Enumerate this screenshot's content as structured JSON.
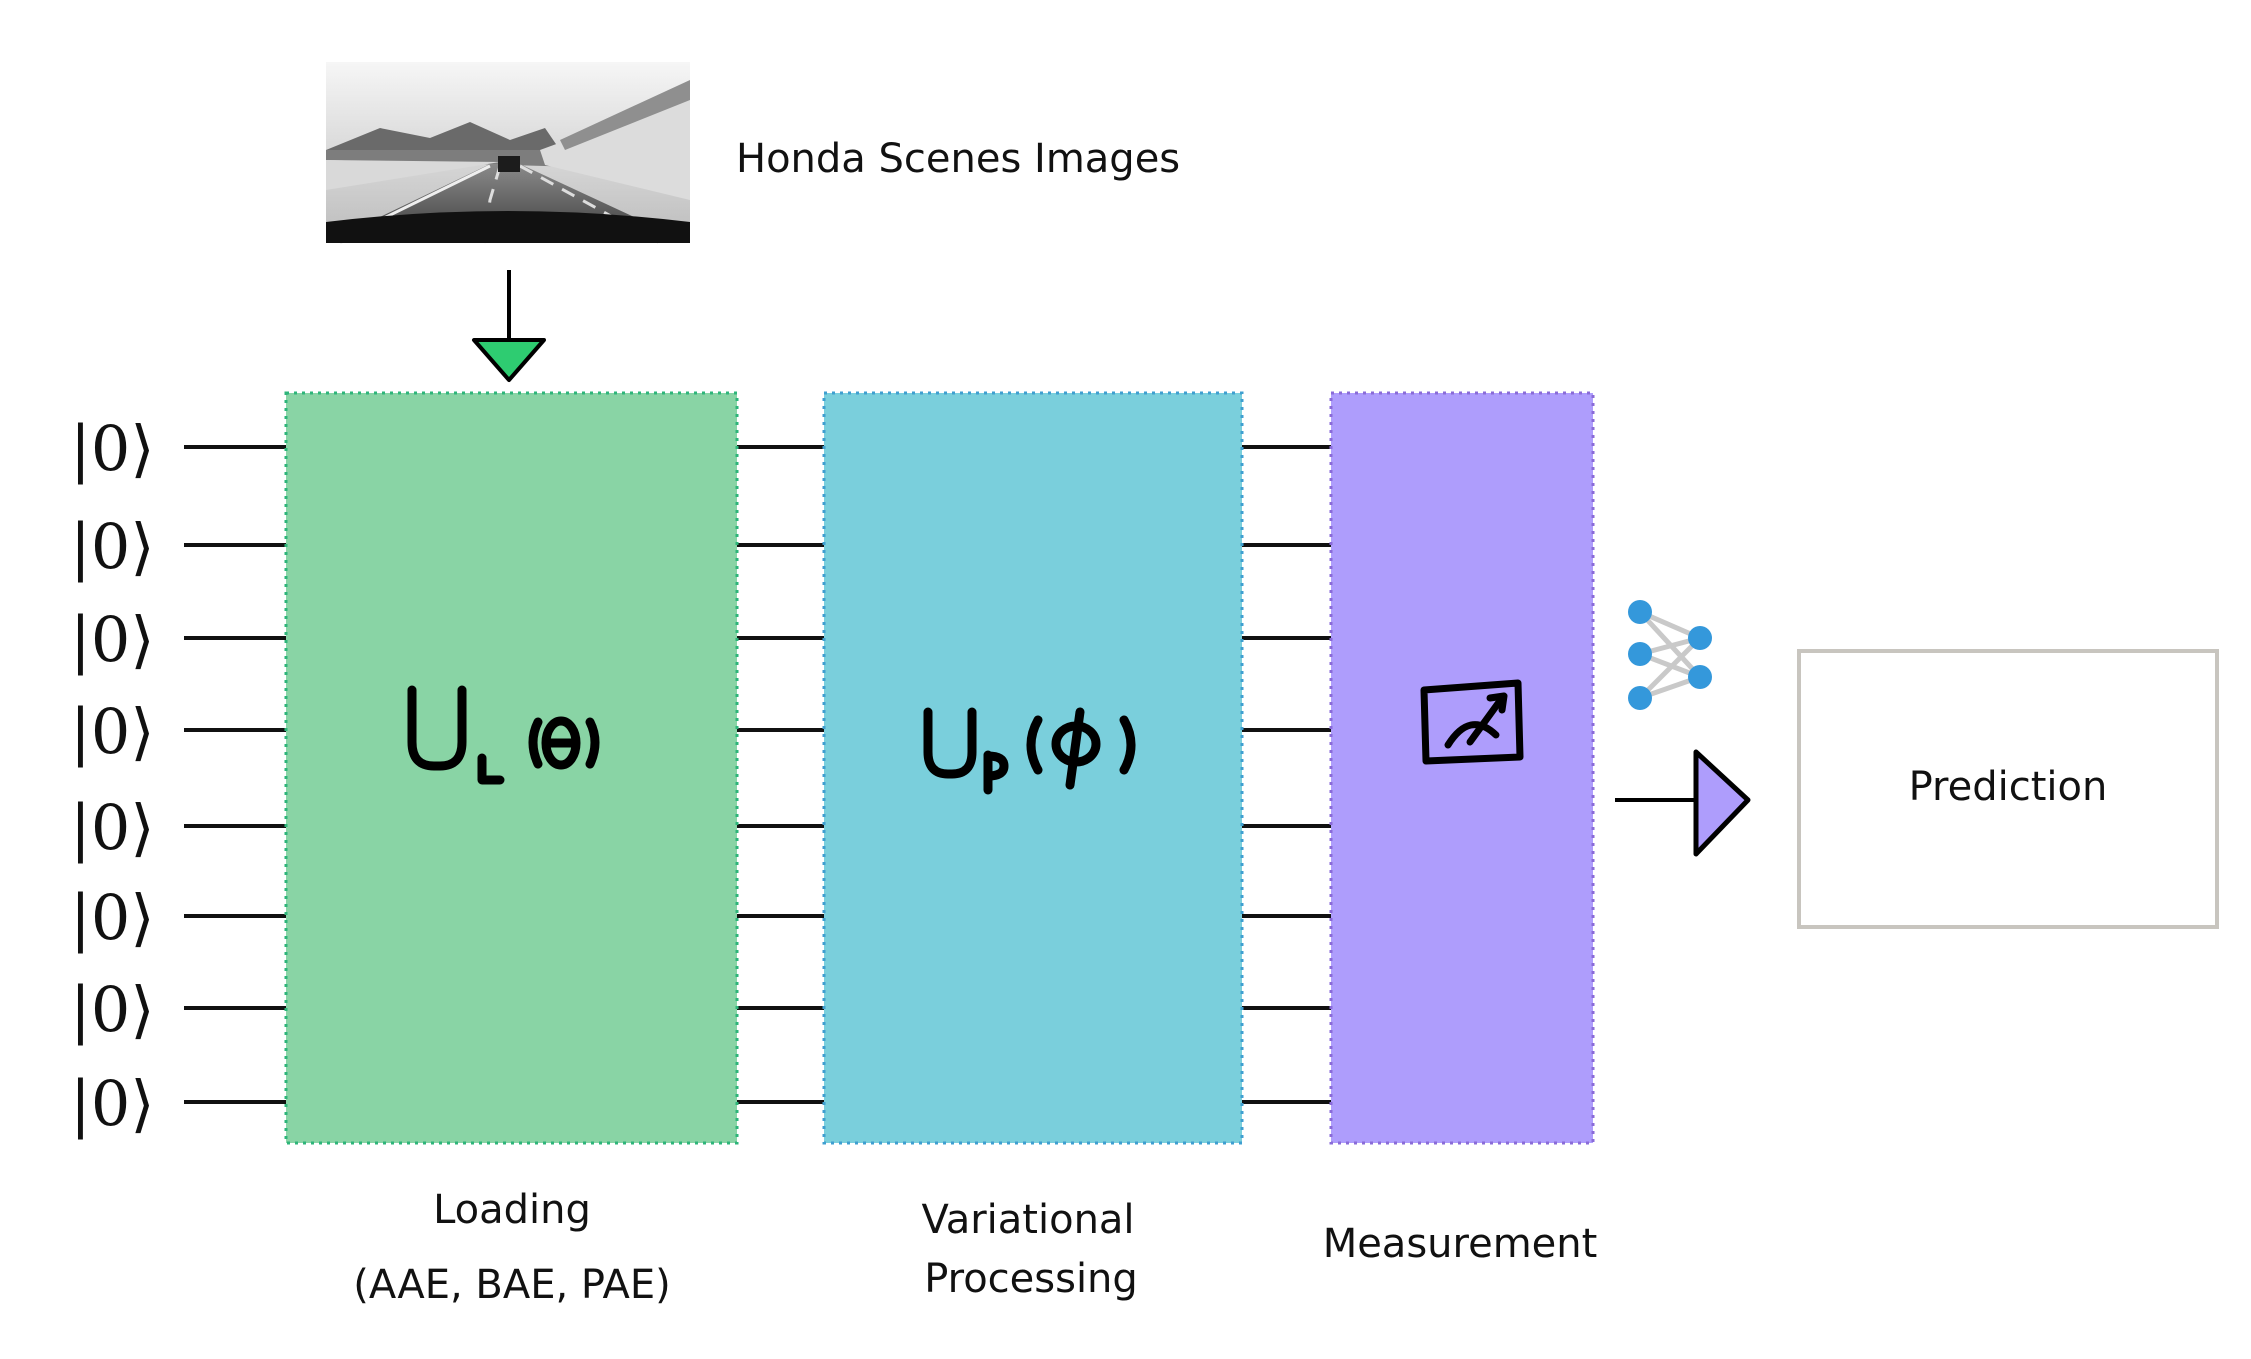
{
  "image_caption": "Honda Scenes Images",
  "input_state": "|0⟩",
  "qubit_count": 8,
  "blocks": {
    "loading": {
      "label_line1": "Loading",
      "label_line2": "(AAE, BAE, PAE)",
      "color": "#89d4a5",
      "border_color": "#2eb57a"
    },
    "variational": {
      "label_line1": "Variational",
      "label_line2": "Processing",
      "color": "#7acfdc",
      "border_color": "#3f9fd0"
    },
    "measurement": {
      "label": "Measurement",
      "color": "#ae9dfc",
      "border_color": "#8a6bd8"
    }
  },
  "output": {
    "label": "Prediction",
    "border_color": "#c8c5bf"
  },
  "colors": {
    "input_arrow": "#2ecc71",
    "output_arrow": "#ae9dfc",
    "nn_nodes": "#3498db",
    "nn_edges": "#c9c9c9",
    "wire": "#111111"
  },
  "icons": {
    "input_arrow": "down-arrow-icon",
    "output_arrow": "right-arrow-icon",
    "measurement": "meter-gauge-icon",
    "network": "neural-network-icon"
  }
}
